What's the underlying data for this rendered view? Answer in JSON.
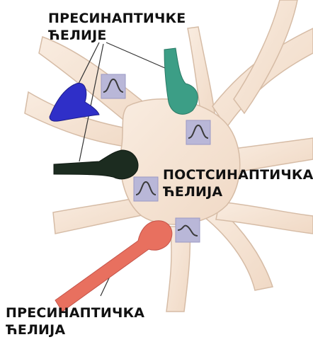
{
  "labels": {
    "presynaptic_top_line1": "ПРЕСИНАПТИЧКЕ",
    "presynaptic_top_line2": "ЋЕЛИЈЕ",
    "postsynaptic_line1": "ПОСТСИНАПТИЧКА",
    "postsynaptic_line2": "ЋЕЛИЈА",
    "presynaptic_bottom_line1": "ПРЕСИНАПТИЧКА",
    "presynaptic_bottom_line2": "ЋЕЛИЈА"
  },
  "colors": {
    "neuron_body": "#f6e4d3",
    "neuron_outline": "#d2b7a0",
    "terminal_blue": "#2f2fc8",
    "terminal_teal": "#3c9e86",
    "terminal_dark": "#1c2c20",
    "terminal_red": "#e8705f",
    "synapse_box": "#b9b7d8",
    "wave": "#3a3a3a"
  },
  "icons": [
    "synapse-wave-icon"
  ]
}
